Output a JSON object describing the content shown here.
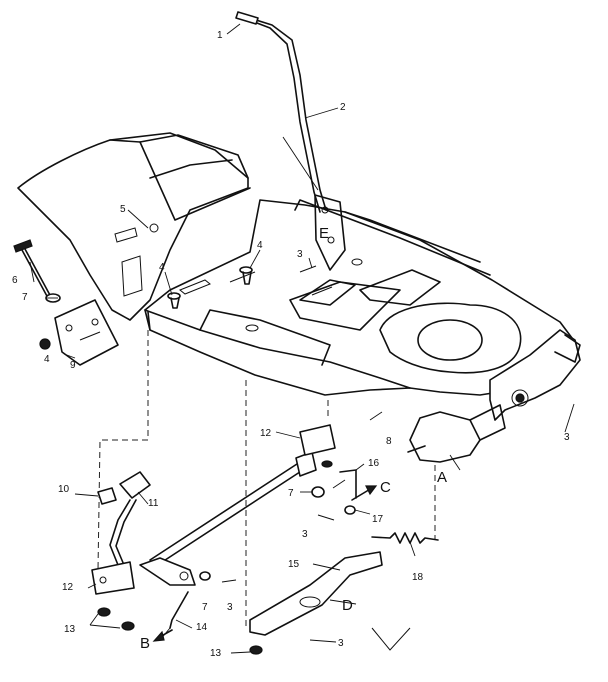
{
  "callouts": {
    "c1": "1",
    "c2": "2",
    "c3a": "3",
    "c3b": "3",
    "c3c": "3",
    "c3d": "3",
    "c3e": "3",
    "c4a": "4",
    "c4b": "4",
    "c4c": "4",
    "c5": "5",
    "c6": "6",
    "c7a": "7",
    "c7b": "7",
    "c7c": "7",
    "c8": "8",
    "c9": "9",
    "c10": "10",
    "c11": "11",
    "c12a": "12",
    "c12b": "12",
    "c13a": "13",
    "c13b": "13",
    "c14": "14",
    "c15": "15",
    "c16": "16",
    "c17": "17",
    "c18": "18"
  },
  "reference_letters": {
    "A": "A",
    "B": "B",
    "C": "C",
    "D": "D",
    "E": "E"
  }
}
